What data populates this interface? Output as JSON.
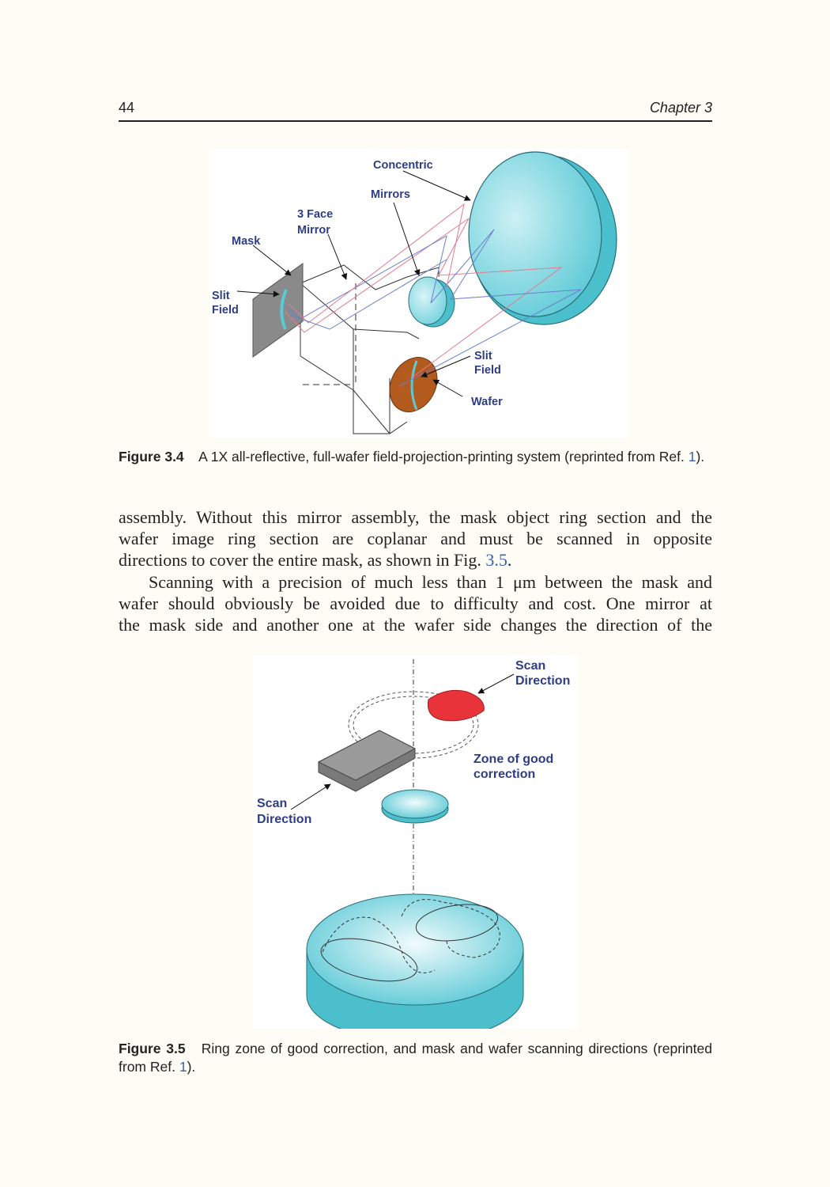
{
  "header": {
    "page_number": "44",
    "chapter": "Chapter 3"
  },
  "figure1": {
    "labels": {
      "concentric": "Concentric",
      "mirrors": "Mirrors",
      "three_face": "3 Face",
      "mirror": "Mirror",
      "mask": "Mask",
      "slit_left_1": "Slit",
      "slit_left_2": "Field",
      "slit_right_1": "Slit",
      "slit_right_2": "Field",
      "wafer": "Wafer"
    },
    "caption": {
      "number": "Figure 3.4",
      "text": "A 1X all-reflective, full-wafer field-projection-printing system (reprinted from Ref.",
      "ref": "1",
      "end": ")."
    }
  },
  "body": {
    "p1_lines": [
      "assembly. Without this mirror assembly, the mask object ring section and the",
      "wafer image ring section are coplanar and must be scanned in opposite"
    ],
    "p1_last_pre": "directions to cover the entire mask, as shown in Fig.",
    "p1_last_ref": "3.5",
    "p1_last_post": ".",
    "p2_lines": [
      "Scanning with a precision of much less than 1 μm between the mask and",
      "wafer should obviously be avoided due to difficulty and cost. One mirror at",
      "the mask side and another one at the wafer side changes the direction of the"
    ]
  },
  "figure2": {
    "labels": {
      "scan_top_1": "Scan",
      "scan_top_2": "Direction",
      "zone_1": "Zone of good",
      "zone_2": "correction",
      "scan_left_1": "Scan",
      "scan_left_2": "Direction"
    },
    "caption": {
      "number": "Figure 3.5",
      "text": "Ring zone of good correction, and mask and wafer scanning directions (reprinted from Ref.",
      "ref": "1",
      "end": ")."
    }
  },
  "colors": {
    "cyan": "#5bc9d6",
    "wafer_brown": "#b35a1f",
    "red_mark": "#e8333a",
    "mask_gray": "#8a8a8a",
    "label_blue": "#2e3e86",
    "ref_blue": "#3a5fb0"
  }
}
